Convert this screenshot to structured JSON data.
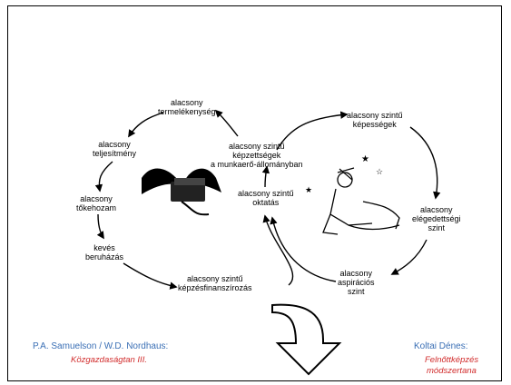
{
  "diagram": {
    "nodes": {
      "termelekenyseg": [
        "alacsony",
        "termelékenység"
      ],
      "teljesitmeny": [
        "alacsony",
        "teljesítmény"
      ],
      "tokehozam": [
        "alacsony",
        "tőkehozam"
      ],
      "beruhazas": [
        "kevés",
        "beruházás"
      ],
      "kepzesfinanszirozas": [
        "alacsony szintű",
        "képzésfinanszírozás"
      ],
      "kepzettsegek": [
        "alacsony szintű",
        "képzettségek",
        "a munkaerő-állományban"
      ],
      "oktatas": [
        "alacsony szintű",
        "oktatás"
      ],
      "kepessegek": [
        "alacsony szintű",
        "képességek"
      ],
      "elegedettseg": [
        "alacsony",
        "elégedettségi",
        "szint"
      ],
      "aspiracios": [
        "alacsony",
        "aspirációs",
        "szint"
      ]
    }
  },
  "references": {
    "left": {
      "author": "P.A. Samuelson / W.D. Nordhaus:",
      "title": "Közgazdaságtan III."
    },
    "right": {
      "author": "Koltai Dénes:",
      "title_line1": "Felnőttképzés",
      "title_line2": "módszertana"
    }
  },
  "icons": [
    "flying-money-icon",
    "tired-person-icon",
    "down-arrow-icon"
  ],
  "colors": {
    "author": "#3a6fb5",
    "title": "#d12b2b"
  }
}
